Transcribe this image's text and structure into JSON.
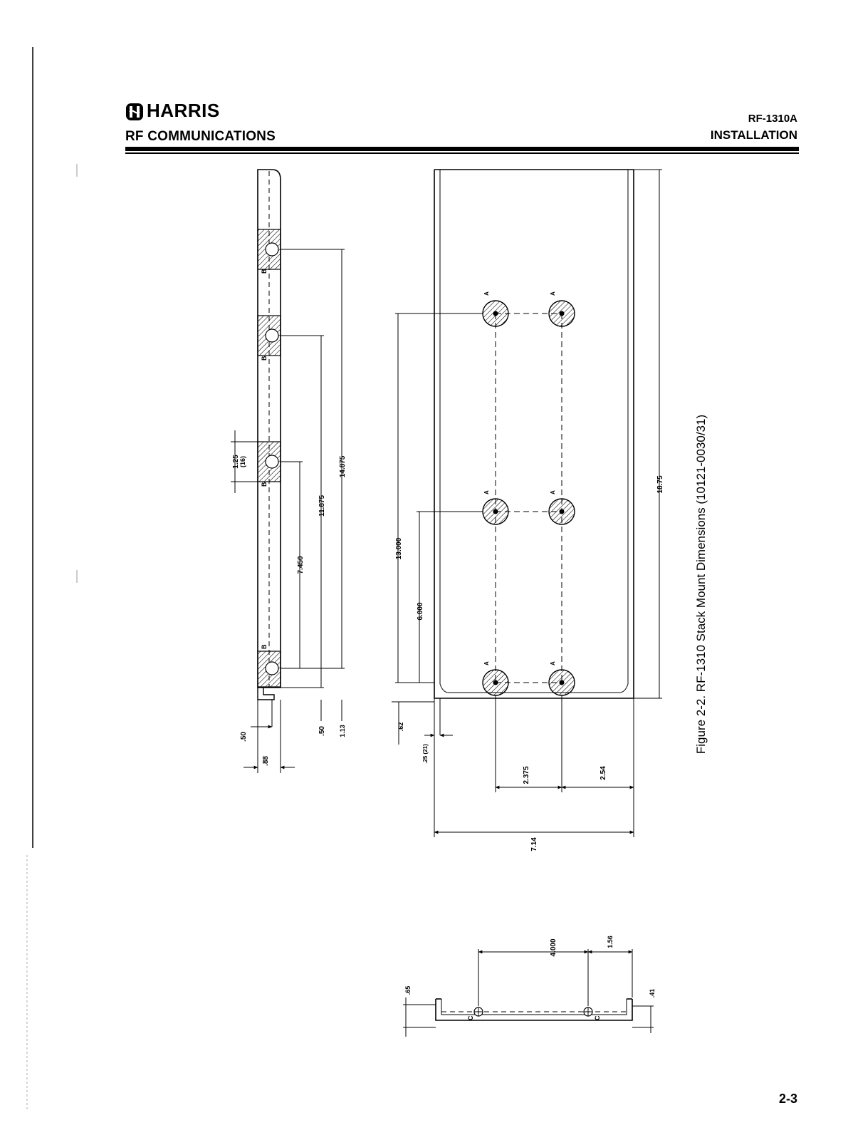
{
  "header": {
    "brand": "HARRIS",
    "division": "RF COMMUNICATIONS",
    "document_number": "RF-1310A",
    "section": "INSTALLATION"
  },
  "figure": {
    "caption": "Figure 2-2.  RF-1310 Stack Mount Dimensions (10121-0030/31)"
  },
  "side_view": {
    "hole_labels": [
      "B",
      "B",
      "B",
      "B"
    ],
    "dim_1_25": "1.25",
    "dim_1_25_metric": "(16)",
    "dim_14_875": "14.875",
    "dim_11_875": "11.875",
    "dim_7_450": "7.450",
    "dim_50_left": ".50",
    "dim_50_right": ".50",
    "dim_1_13": "1.13",
    "dim_88": ".88"
  },
  "plan_view": {
    "hole_labels": [
      "A",
      "A",
      "A",
      "A",
      "A",
      "A"
    ],
    "dim_18_75": "18.75",
    "dim_13_000": "13.000",
    "dim_6_000": "6.000",
    "dim_62": ".62",
    "dim_25": ".25 (21)",
    "dim_2_375": "2.375",
    "dim_2_54": "2.54",
    "dim_7_14": "7.14"
  },
  "end_view": {
    "hole_labels": [
      "C",
      "C"
    ],
    "dim_4_000": "4.000",
    "dim_1_56": "1.56",
    "dim_65": ".65",
    "dim_41": ".41"
  },
  "footer": {
    "page_number": "2-3"
  }
}
